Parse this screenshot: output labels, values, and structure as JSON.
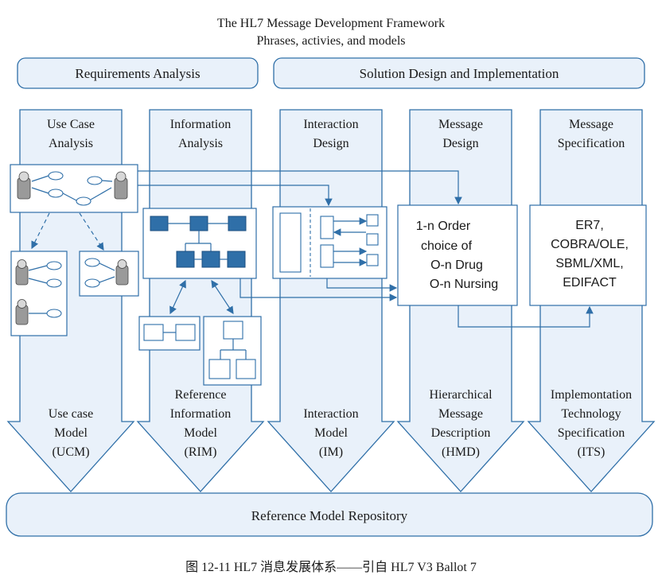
{
  "title_line1": "The HL7 Message Development Framework",
  "title_line2": "Phrases, activies, and models",
  "phases": {
    "requirements": "Requirements Analysis",
    "solution": "Solution Design and Implementation"
  },
  "columns": [
    {
      "head1": "Use Case",
      "head2": "Analysis",
      "foot": [
        "Use case",
        "Model",
        "(UCM)"
      ]
    },
    {
      "head1": "Information",
      "head2": "Analysis",
      "foot": [
        "Reference",
        "Information",
        "Model",
        "(RIM)"
      ]
    },
    {
      "head1": "Interaction",
      "head2": "Design",
      "foot": [
        "Interaction",
        "Model",
        "(IM)"
      ]
    },
    {
      "head1": "Message",
      "head2": "Design",
      "foot": [
        "Hierarchical",
        "Message",
        "Description",
        "(HMD)"
      ]
    },
    {
      "head1": "Message",
      "head2": "Specification",
      "foot": [
        "Implemontation",
        "Technology",
        "Specification",
        "(ITS)"
      ]
    }
  ],
  "message_design_box": [
    "1-n Order",
    "choice of",
    "O-n Drug",
    "O-n Nursing"
  ],
  "message_spec_box": [
    "ER7,",
    "COBRA/OLE,",
    "SBML/XML,",
    "EDIFACT"
  ],
  "repository": "Reference Model Repository",
  "caption": "图 12-11    HL7 消息发展体系——引自 HL7 V3 Ballot 7",
  "colors": {
    "border": "#2f6fa8",
    "fill": "#e9f1fa"
  }
}
